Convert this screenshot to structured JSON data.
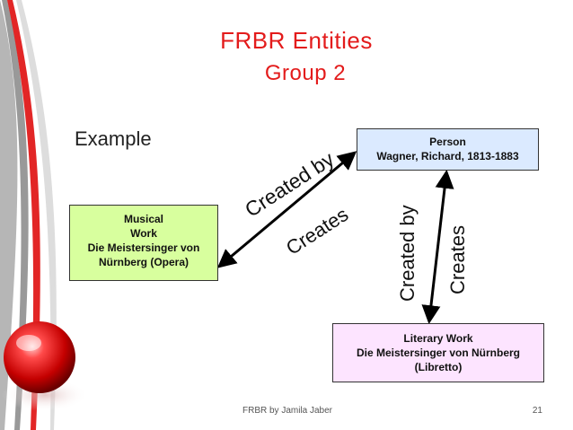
{
  "title": {
    "line1": "FRBR Entities",
    "line2": "Group 2"
  },
  "example_label": "Example",
  "boxes": {
    "person": {
      "lines": [
        "Person",
        "Wagner, Richard, 1813-1883"
      ]
    },
    "musical": {
      "lines": [
        "Musical",
        "Work",
        "Die Meistersinger von",
        "Nürnberg  (Opera)"
      ]
    },
    "literary": {
      "lines": [
        "Literary Work",
        "Die Meistersinger von Nürnberg",
        "(Libretto)"
      ]
    }
  },
  "relations": {
    "musical_created_by": "Created by",
    "musical_creates": "Creates",
    "literary_created_by": "Created by",
    "literary_creates": "Creates"
  },
  "footer": {
    "text": "FRBR by Jamila Jaber",
    "page": "21"
  },
  "colors": {
    "title": "#e31b1b",
    "person_box": "#dbeaff",
    "musical_box": "#d8ff9e",
    "literary_box": "#fde4ff"
  }
}
